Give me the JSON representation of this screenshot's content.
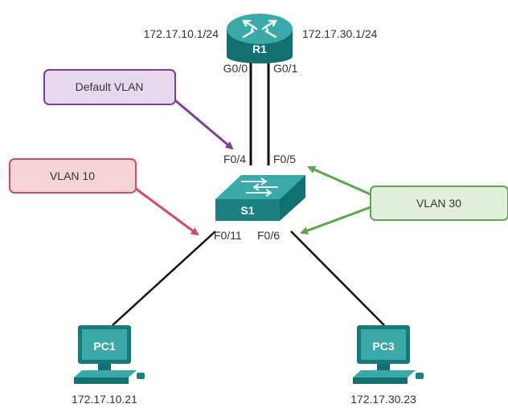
{
  "router": {
    "name": "R1",
    "ip_left": "172.17.10.1/24",
    "ip_right": "172.17.30.1/24",
    "port_left": "G0/0",
    "port_right": "G0/1"
  },
  "switch": {
    "name": "S1",
    "port_trunk_left": "F0/4",
    "port_trunk_right": "F0/5",
    "port_pc1": "F0/11",
    "port_pc3": "F0/6"
  },
  "pcs": [
    {
      "name": "PC1",
      "ip": "172.17.10.21"
    },
    {
      "name": "PC3",
      "ip": "172.17.30.23"
    }
  ],
  "callouts": {
    "default_vlan": {
      "label": "Default VLAN",
      "fill": "#e6d9ee",
      "stroke": "#7b3f9e"
    },
    "vlan10": {
      "label": "VLAN 10",
      "fill": "#f6d3d6",
      "stroke": "#d54a63"
    },
    "vlan30": {
      "label": "VLAN 30",
      "fill": "#e1efdc",
      "stroke": "#5aa74c"
    }
  },
  "colors": {
    "device_teal": "#1d8e8e",
    "device_light": "#4fb6b3",
    "device_dark": "#137070",
    "link": "#111111"
  }
}
